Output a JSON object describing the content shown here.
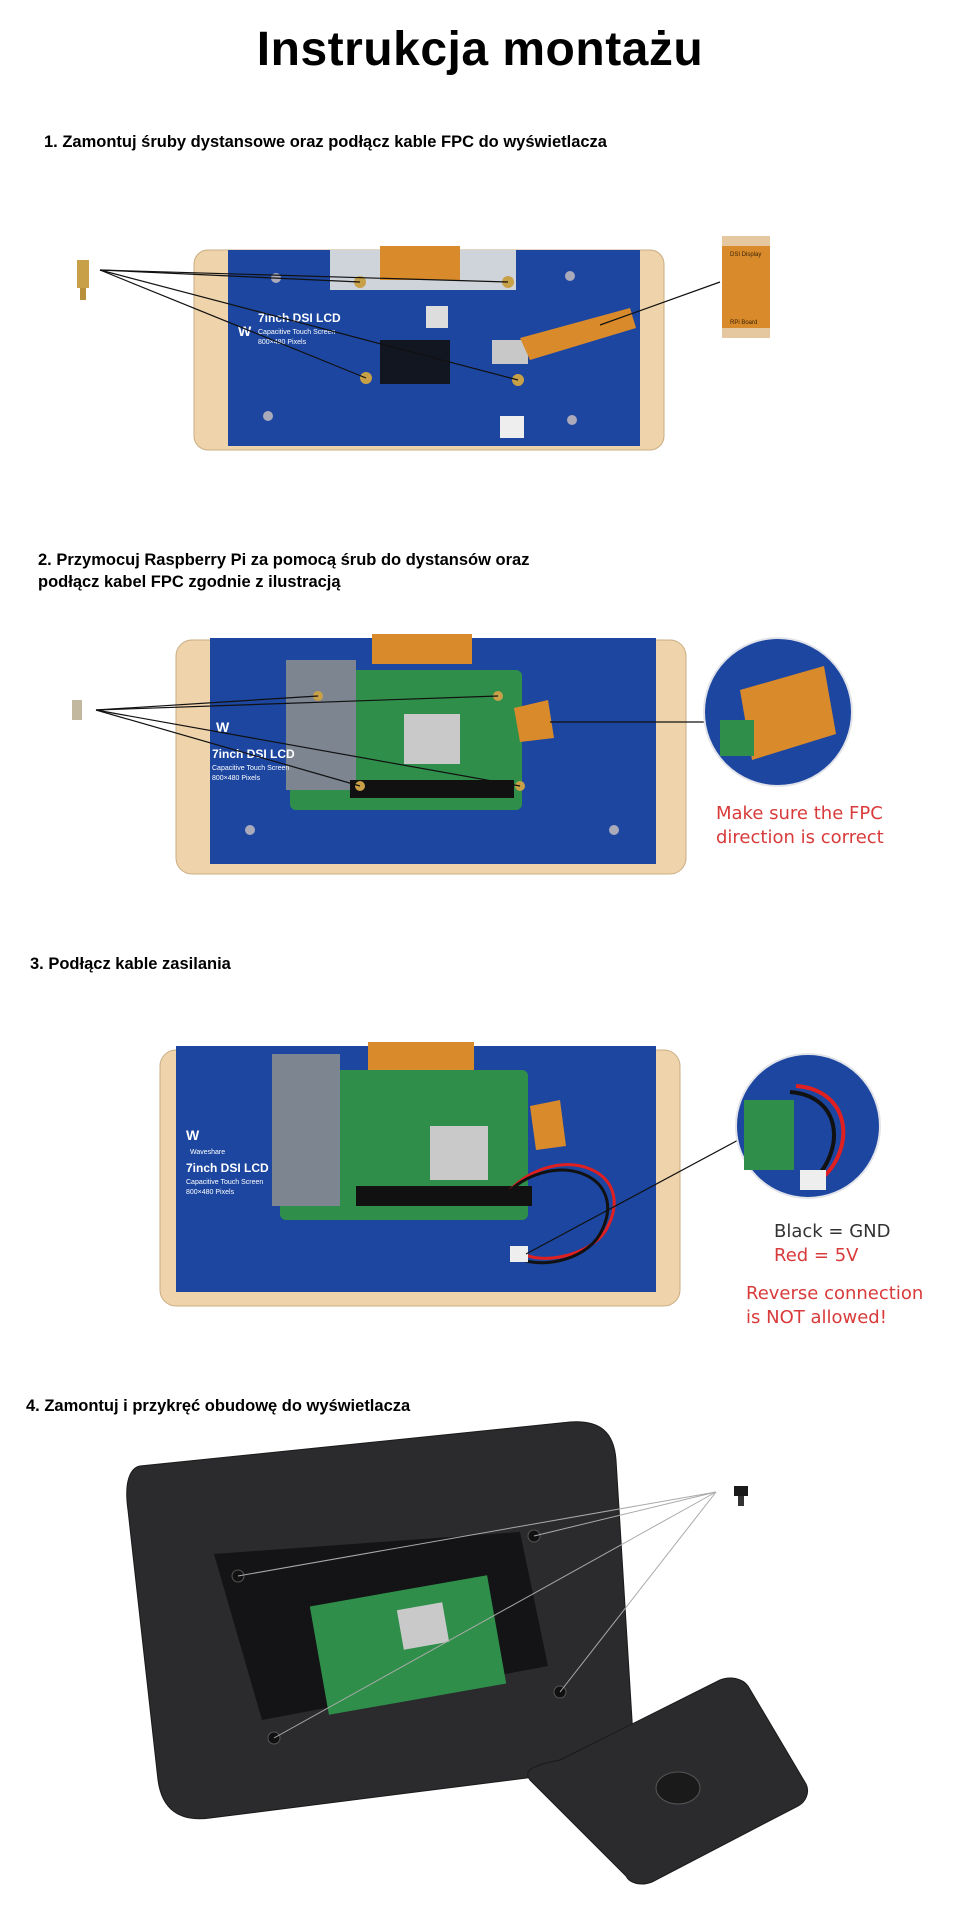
{
  "title": "Instrukcja montażu",
  "steps": [
    {
      "text": "1. Zamontuj śruby dystansowe oraz podłącz kable FPC do wyświetlacza"
    },
    {
      "line1": "2. Przymocuj Raspberry Pi za pomocą śrub do dystansów oraz",
      "line2": "podłącz kabel FPC zgodnie z ilustracją"
    },
    {
      "text": "3. Podłącz kable zasilania"
    },
    {
      "text": "4. Zamontuj i przykręć obudowę do wyświetlacza"
    }
  ],
  "board": {
    "line1": "7inch DSI LCD",
    "line2": "Capacitive Touch Screen",
    "line3": "800×480 Pixels",
    "brand": "Waveshare"
  },
  "fpc": {
    "top_label": "DSI Display",
    "bottom_label": "RPi Board"
  },
  "notes": {
    "fpc_line1": "Make sure the FPC",
    "fpc_line2": "direction is correct",
    "black": "Black = GND",
    "red": "Red = 5V",
    "reverse1": "Reverse connection",
    "reverse2": "is NOT allowed!"
  },
  "colors": {
    "panel_blue": "#1c46a0",
    "frame_beige": "#efd3aa",
    "fpc_orange": "#d98a2a",
    "pcb_green": "#2f8f4a",
    "warning_red": "#d93a3a",
    "case_black": "#2b2b2d"
  }
}
